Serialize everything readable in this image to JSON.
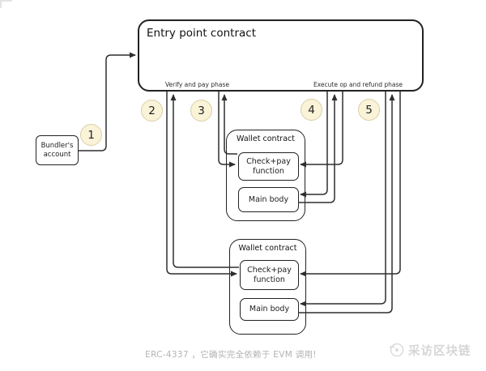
{
  "entry_point": {
    "title": "Entry point contract",
    "verify_phase_label": "Verify and pay phase",
    "execute_phase_label": "Execute op and refund phase"
  },
  "bundler": {
    "label": "Bundler's account"
  },
  "badges": [
    "1",
    "2",
    "3",
    "4",
    "5"
  ],
  "wallets": [
    {
      "title": "Wallet contract",
      "checkpay_label": "Check+pay function",
      "mainbody_label": "Main body"
    },
    {
      "title": "Wallet contract",
      "checkpay_label": "Check+pay function",
      "mainbody_label": "Main body"
    }
  ],
  "footer": {
    "caption": "ERC-4337 ，它确实完全依赖于 EVM 调用!",
    "watermark": "采访区块链"
  },
  "colors": {
    "badge_fill": "#faf3d8",
    "badge_border": "#d8cfa6",
    "line": "#2e2e2e",
    "caption": "#b3b3b3",
    "watermark": "#d6d6d6"
  }
}
